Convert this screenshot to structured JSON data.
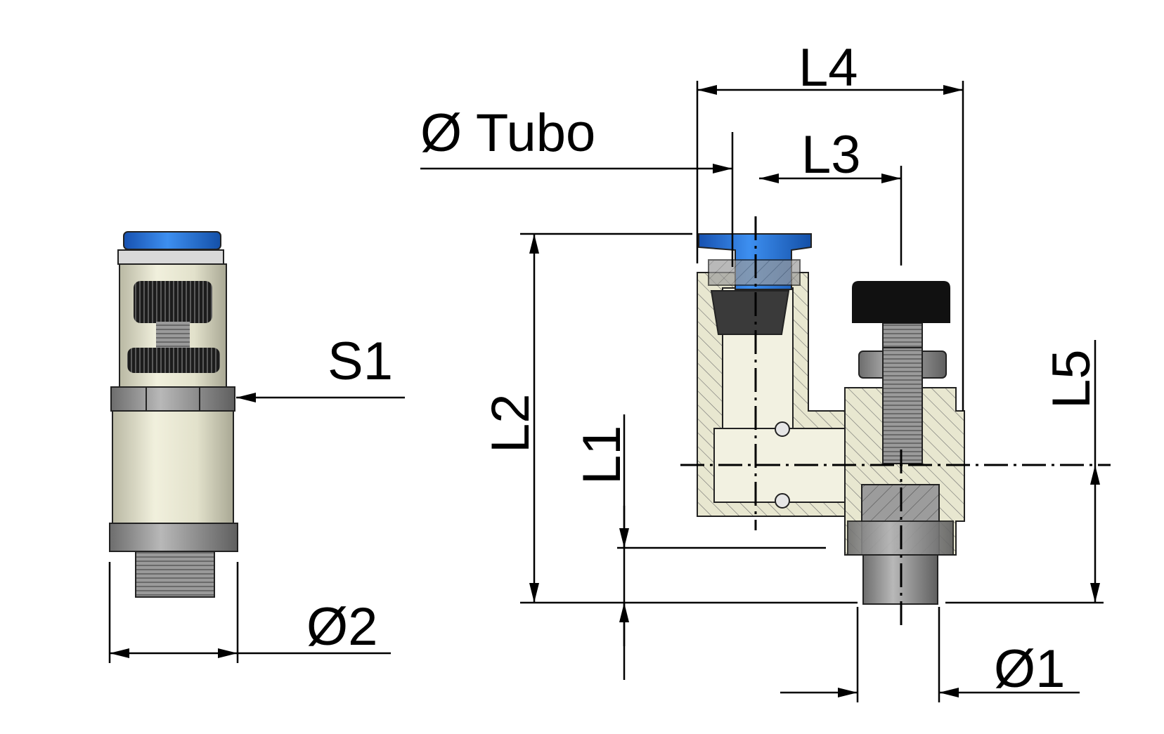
{
  "labels": {
    "s1": "S1",
    "d2": "Ø2",
    "tubo": "Ø Tubo",
    "l4": "L4",
    "l3": "L3",
    "l2": "L2",
    "l1": "L1",
    "l5": "L5",
    "d1": "Ø1"
  },
  "colors": {
    "body": "#e6e5cf",
    "collet_blue": "#1f6ed4",
    "metal": "#8c8c8c",
    "knurl": "#2a2a2a",
    "black_cap": "#111111",
    "hatch": "#5a5a5a"
  }
}
